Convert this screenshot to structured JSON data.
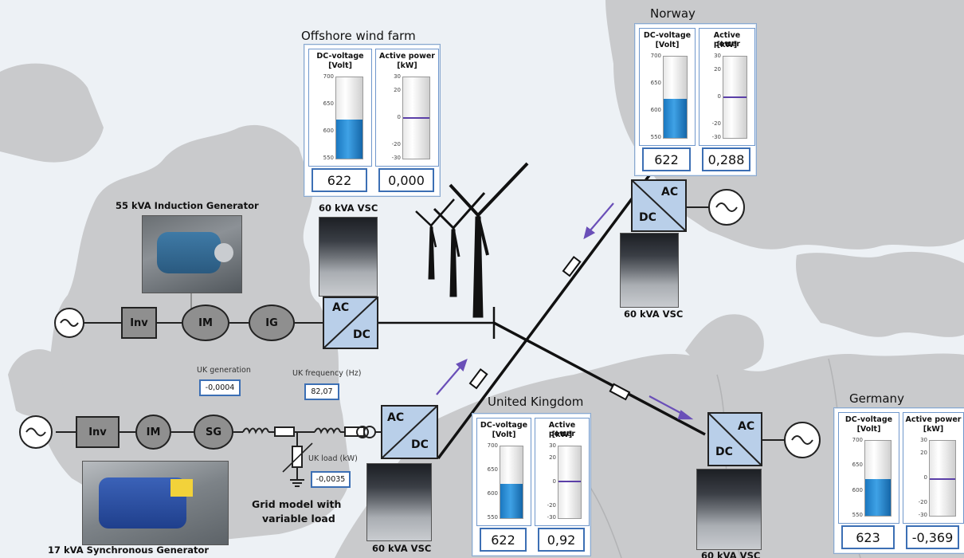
{
  "regions": {
    "offshore": "Offshore wind farm",
    "norway": "Norway",
    "uk": "United Kingdom",
    "germany": "Germany"
  },
  "meter_labels": {
    "dc_voltage": "DC-voltage",
    "dc_voltage_unit": "[Volt]",
    "active_power": "Active power",
    "active_power_unit": "[kW]"
  },
  "scale_ticks": {
    "voltage": [
      "700",
      "650",
      "600",
      "550"
    ],
    "power": [
      "30",
      "20",
      "0",
      "-20",
      "-30"
    ]
  },
  "scale_ranges": {
    "voltage": [
      550,
      700
    ],
    "power": [
      -30,
      30
    ]
  },
  "panels": {
    "offshore": {
      "dc_voltage": "622",
      "active_power": "0,000",
      "dc_voltage_value": 622,
      "active_power_value": 0
    },
    "norway": {
      "dc_voltage": "622",
      "active_power": "0,288",
      "dc_voltage_value": 622,
      "active_power_value": 0.288
    },
    "uk": {
      "dc_voltage": "622",
      "active_power": "0,92",
      "dc_voltage_value": 622,
      "active_power_value": 0.92
    },
    "germany": {
      "dc_voltage": "623",
      "active_power": "-0,369",
      "dc_voltage_value": 623,
      "active_power_value": -0.369
    }
  },
  "converter": {
    "ac": "AC",
    "dc": "DC"
  },
  "blocks": {
    "inv": "Inv",
    "im": "IM",
    "ig": "IG",
    "sg": "SG"
  },
  "captions": {
    "induction_gen": "55 kVA Induction Generator",
    "sync_gen": "17 kVA Synchronous Generator",
    "grid_model_line1": "Grid model with",
    "grid_model_line2": "variable load",
    "vsc_offshore": "60 kVA VSC",
    "vsc_norway": "60 kVA VSC",
    "vsc_uk": "60 kVA VSC",
    "vsc_germany": "60 kVA VSC"
  },
  "readouts": {
    "uk_generation_label": "UK generation",
    "uk_generation_value": "-0,0004",
    "uk_frequency_label": "UK frequency (Hz)",
    "uk_frequency_value": "82,07",
    "uk_load_label": "UK load (kW)",
    "uk_load_value": "-0,0035"
  },
  "colors": {
    "map_land": "#c8c9cb",
    "map_sea": "#eef2f6",
    "block_fill": "#8f8f8f",
    "converter_fill": "#b9cfe9",
    "meter_border": "#6f97cc",
    "level_fill": "#2b8fd8",
    "flow_arrow": "#6a4fb8",
    "power_indicator": "#5b3fa8"
  }
}
